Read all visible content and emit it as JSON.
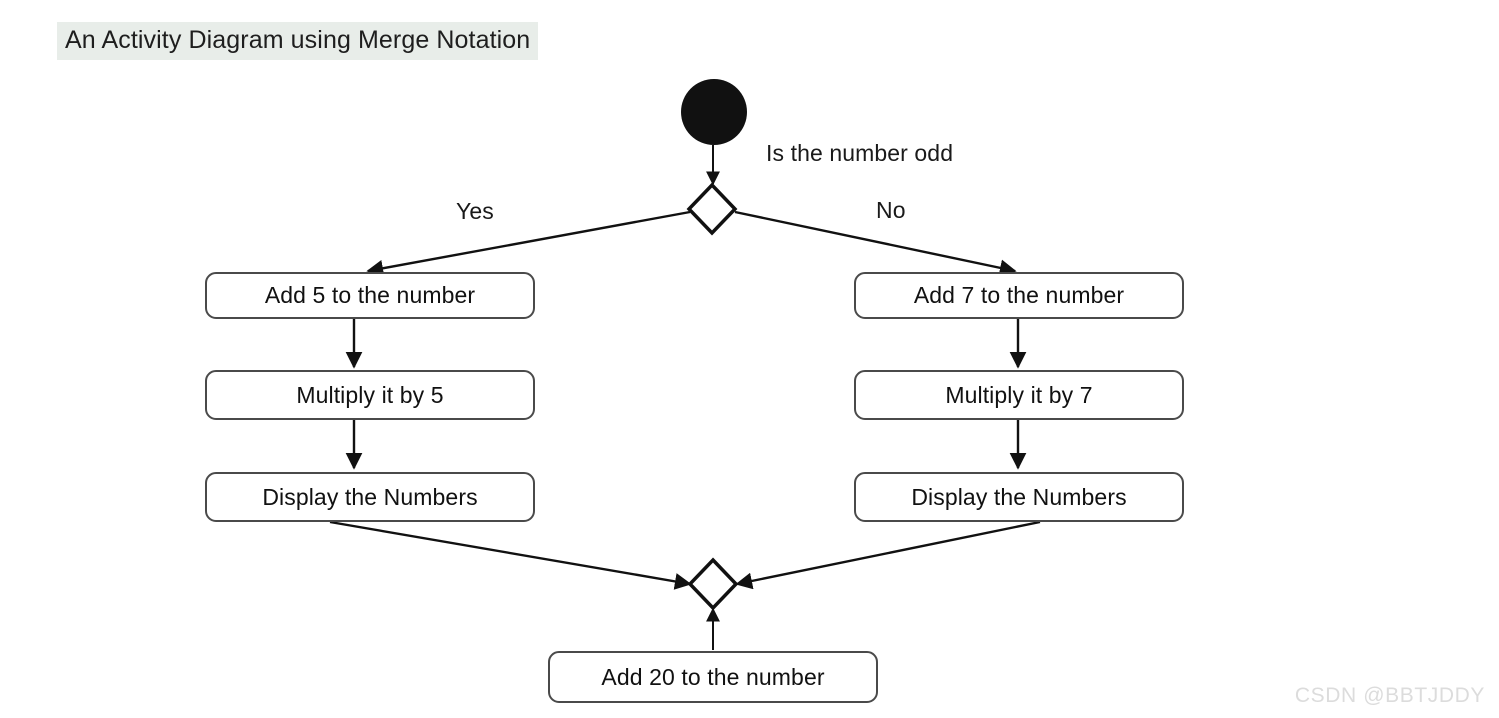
{
  "title": "An Activity Diagram using Merge Notation",
  "watermark": "CSDN @BBTJDDY",
  "colors": {
    "background": "#ffffff",
    "title_highlight": "#e8ede9",
    "node_border": "#4a4a4a",
    "node_fill": "#ffffff",
    "text": "#111111",
    "edge": "#111111",
    "start_node_fill": "#111111",
    "watermark": "#dcdcdc"
  },
  "nodes": {
    "start": {
      "type": "initial-node",
      "label": ""
    },
    "decision": {
      "type": "decision-node",
      "label": "Is the number odd"
    },
    "merge": {
      "type": "merge-node",
      "label": ""
    },
    "add_5": {
      "type": "action",
      "label": "Add 5 to the number"
    },
    "multiply_5": {
      "type": "action",
      "label": "Multiply it by 5"
    },
    "display_left": {
      "type": "action",
      "label": "Display the Numbers"
    },
    "add_7": {
      "type": "action",
      "label": "Add 7 to the number"
    },
    "multiply_7": {
      "type": "action",
      "label": "Multiply it by 7"
    },
    "display_right": {
      "type": "action",
      "label": "Display the Numbers"
    },
    "add_20": {
      "type": "action",
      "label": "Add 20 to the number"
    }
  },
  "edge_labels": {
    "decision_question": "Is the number odd",
    "yes": "Yes",
    "no": "No"
  },
  "edges": [
    {
      "from": "start",
      "to": "decision",
      "label": ""
    },
    {
      "from": "decision",
      "to": "add_5",
      "label": "Yes"
    },
    {
      "from": "decision",
      "to": "add_7",
      "label": "No"
    },
    {
      "from": "add_5",
      "to": "multiply_5",
      "label": ""
    },
    {
      "from": "multiply_5",
      "to": "display_left",
      "label": ""
    },
    {
      "from": "add_7",
      "to": "multiply_7",
      "label": ""
    },
    {
      "from": "multiply_7",
      "to": "display_right",
      "label": ""
    },
    {
      "from": "display_left",
      "to": "merge",
      "label": ""
    },
    {
      "from": "display_right",
      "to": "merge",
      "label": ""
    },
    {
      "from": "add_20",
      "to": "merge",
      "label": ""
    }
  ]
}
